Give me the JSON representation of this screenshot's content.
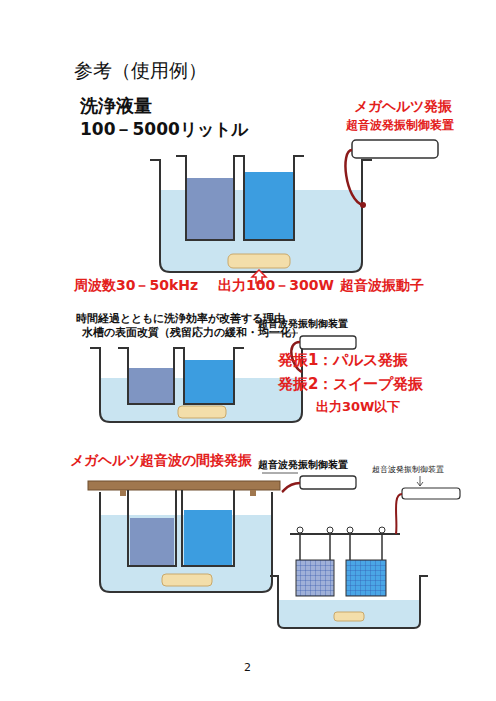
{
  "diagram": {
    "title": "参考（使用例）",
    "labels": [
      "洗浄液量",
      "100－5000リットル",
      "メガヘルツ発振",
      "超音波発振制御装置",
      "周波数30－50kHz",
      "出力100－300W",
      "超音波振動子",
      "時間経過とともに洗浄効率が改善する理由",
      "水槽の表面改質（残留応力の緩和・均一化）",
      "超音波発振制御装置",
      "発振1：パルス発振",
      "発振2：スイープ発振",
      "出力30W以下",
      "メガヘルツ超音波の間接発振",
      "超音波発振制御装置",
      "超音波発振制御装置",
      "2"
    ]
  }
}
